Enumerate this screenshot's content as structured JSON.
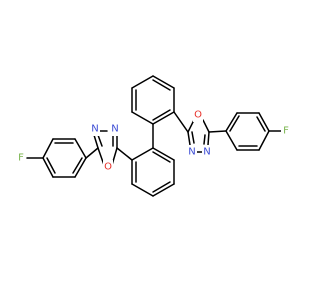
{
  "molecule": {
    "atom_labels": {
      "f_left": "F",
      "o_left": "O",
      "n_left_1": "N",
      "n_left_2": "N",
      "o_right": "O",
      "n_right_1": "N",
      "n_right_2": "N",
      "f_right": "F"
    },
    "colors": {
      "bond": "#000000",
      "fluorine": "#7ab44e",
      "oxygen": "#e8322b",
      "nitrogen": "#3b4bd4",
      "background": "#ffffff"
    }
  }
}
